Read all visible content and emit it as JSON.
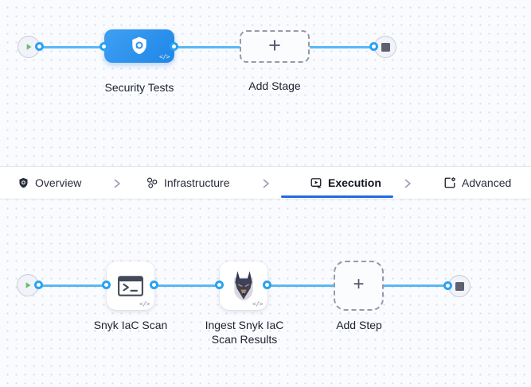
{
  "colors": {
    "accent_blue": "#2e93ef",
    "connector_blue": "#58b8f3",
    "active_tab_underline": "#1f6be0",
    "play_green": "#68c06c"
  },
  "icons": {
    "code_glyph": "</>",
    "plus": "+"
  },
  "stage_pipeline": {
    "stage_label": "Security Tests",
    "add_stage_label": "Add Stage"
  },
  "tab_bar": {
    "tabs": [
      {
        "label": "Overview",
        "active": false
      },
      {
        "label": "Infrastructure",
        "active": false
      },
      {
        "label": "Execution",
        "active": true
      },
      {
        "label": "Advanced",
        "active": false
      }
    ]
  },
  "step_pipeline": {
    "steps": [
      {
        "label": "Snyk IaC Scan"
      },
      {
        "label": "Ingest Snyk IaC Scan Results"
      }
    ],
    "add_step_label": "Add Step"
  }
}
